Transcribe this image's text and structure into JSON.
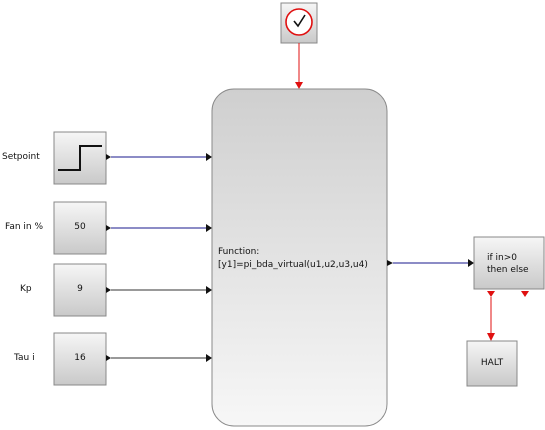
{
  "inputs": {
    "setpoint_label": "Setpoint",
    "fan_label": "Fan in %",
    "fan_value": "50",
    "kp_label": "Kp",
    "kp_value": "9",
    "taui_label": "Tau i",
    "taui_value": "16"
  },
  "function_block": {
    "line1": "Function:",
    "line2": "[y1]=pi_bda_virtual(u1,u2,u3,u4)"
  },
  "ifthen_block": {
    "line1": "if in>0",
    "line2": "then else"
  },
  "halt_block": {
    "label": "HALT"
  },
  "colors": {
    "data_link": "#1a1a8c",
    "event_link": "#e01010",
    "plain_link": "#222222",
    "clock_ring": "#e01010",
    "block_fill_top": "#f6f6f6",
    "block_fill_bottom": "#c9c9c9"
  },
  "icons": [
    "clock-icon",
    "step-icon"
  ]
}
